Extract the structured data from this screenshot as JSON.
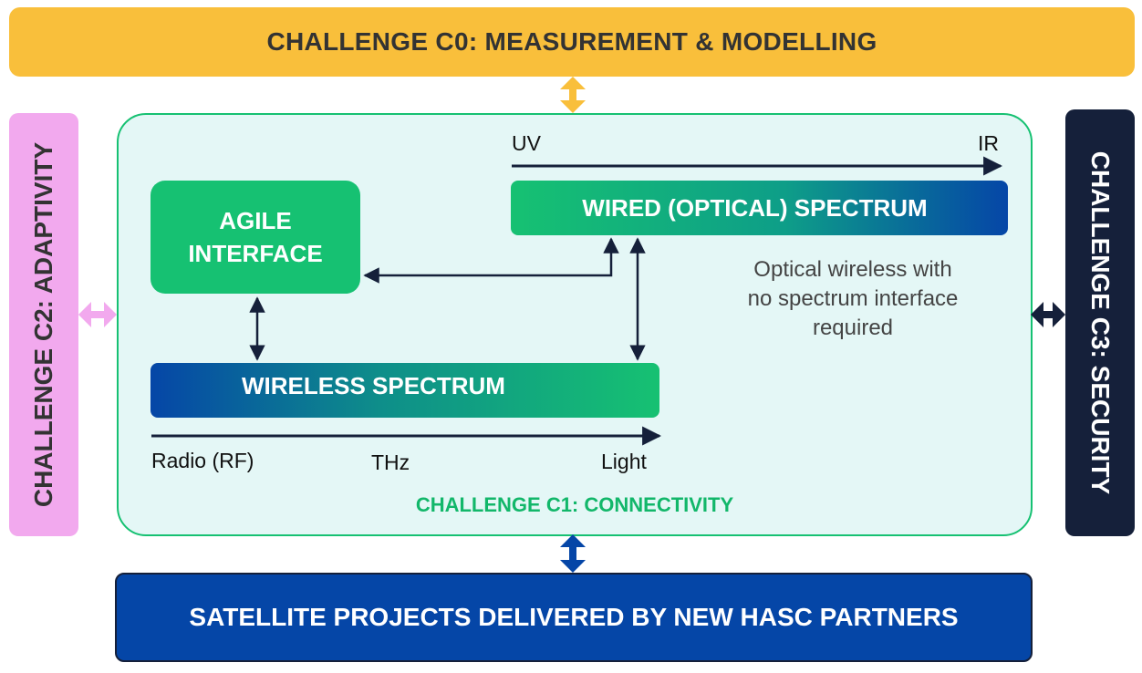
{
  "challenges": {
    "c0": "CHALLENGE C0: MEASUREMENT & MODELLING",
    "c1": "CHALLENGE C1: CONNECTIVITY",
    "c2": "CHALLENGE C2: ADAPTIVITY",
    "c3": "CHALLENGE C3: SECURITY"
  },
  "satellite": "SATELLITE PROJECTS DELIVERED BY NEW HASC PARTNERS",
  "boxes": {
    "agile_line1": "AGILE",
    "agile_line2": "INTERFACE",
    "wired": "WIRED (OPTICAL) SPECTRUM",
    "wireless": "WIRELESS SPECTRUM"
  },
  "axes": {
    "wired_start": "UV",
    "wired_end": "IR",
    "wireless_start": "Radio (RF)",
    "wireless_mid": "THz",
    "wireless_end": "Light"
  },
  "note": {
    "line1": "Optical wireless with",
    "line2": "no spectrum interface",
    "line3": "required"
  },
  "colors": {
    "c0": "#F9BF3B",
    "c1_border": "#16C172",
    "c1_fill": "#E4F7F6",
    "c2": "#F2A9EE",
    "c3": "#15203A",
    "satellite": "#0546A7",
    "green": "#16C172",
    "blue": "#0546A7",
    "arrow": "#15203A"
  }
}
